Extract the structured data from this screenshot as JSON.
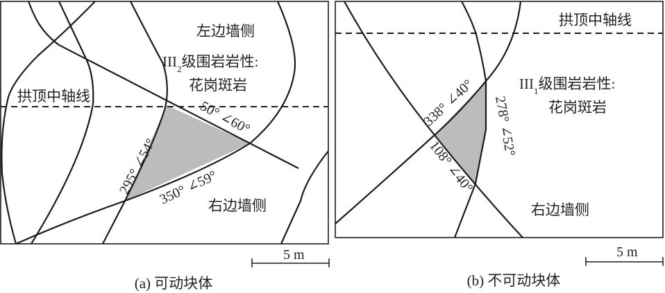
{
  "panel_a": {
    "caption": "(a) 可动块体",
    "left_wall": "左边墙侧",
    "rock_class_prefix": "III",
    "rock_class_sub": "2",
    "rock_class_suffix": "级围岩岩性:",
    "rock_type": "花岗斑岩",
    "crown_axis": "拱顶中轴线",
    "joint_1": "50° ∠60°",
    "joint_2": "295° ∠54°",
    "joint_3": "350° ∠59°",
    "right_wall": "右边墙侧",
    "scale": "5 m"
  },
  "panel_b": {
    "caption": "(b) 不可动块体",
    "crown_axis": "拱顶中轴线",
    "rock_class_prefix": "III",
    "rock_class_sub": "1",
    "rock_class_suffix": "级围岩岩性:",
    "rock_type": "花岗斑岩",
    "joint_1": "338° ∠40°",
    "joint_2": "278° ∠52°",
    "joint_3": "108° ∠40°",
    "right_wall": "右边墙侧",
    "scale": "5 m"
  },
  "colors": {
    "block_fill": "#bcbcbe",
    "line": "#1a1a1a"
  }
}
